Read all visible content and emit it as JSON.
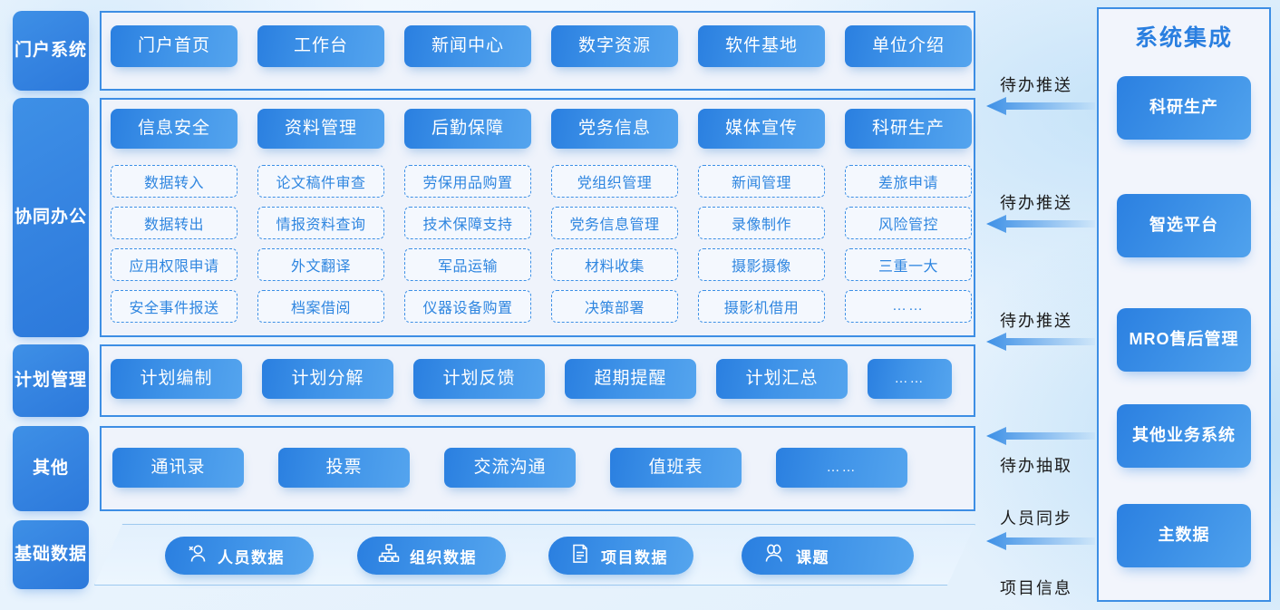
{
  "categories": [
    {
      "label": "门户系统",
      "name": "portal-system"
    },
    {
      "label": "协同办公",
      "name": "collaborative-office"
    },
    {
      "label": "计划管理",
      "name": "plan-management"
    },
    {
      "label": "其他",
      "name": "other"
    },
    {
      "label": "基础数据",
      "name": "basic-data"
    }
  ],
  "portal_row": [
    "门户首页",
    "工作台",
    "新闻中心",
    "数字资源",
    "软件基地",
    "单位介绍"
  ],
  "office_row": [
    "信息安全",
    "资料管理",
    "后勤保障",
    "党务信息",
    "媒体宣传",
    "科研生产"
  ],
  "office_sub": [
    [
      "数据转入",
      "论文稿件审查",
      "劳保用品购置",
      "党组织管理",
      "新闻管理",
      "差旅申请"
    ],
    [
      "数据转出",
      "情报资料查询",
      "技术保障支持",
      "党务信息管理",
      "录像制作",
      "风险管控"
    ],
    [
      "应用权限申请",
      "外文翻译",
      "军品运输",
      "材料收集",
      "摄影摄像",
      "三重一大"
    ],
    [
      "安全事件报送",
      "档案借阅",
      "仪器设备购置",
      "决策部署",
      "摄影机借用",
      "……"
    ]
  ],
  "plan_row": [
    "计划编制",
    "计划分解",
    "计划反馈",
    "超期提醒",
    "计划汇总",
    "……"
  ],
  "other_row": [
    "通讯录",
    "投票",
    "交流沟通",
    "值班表",
    "……"
  ],
  "base_row": [
    {
      "label": "人员数据",
      "icon": "person-icon"
    },
    {
      "label": "组织数据",
      "icon": "org-tree-icon"
    },
    {
      "label": "项目数据",
      "icon": "document-icon"
    },
    {
      "label": "课题",
      "icon": "group-icon"
    }
  ],
  "arrows": [
    {
      "label": "待办推送",
      "name": "arrow-todo-push-1"
    },
    {
      "label": "待办推送",
      "name": "arrow-todo-push-2"
    },
    {
      "label": "待办推送",
      "name": "arrow-todo-push-3"
    },
    {
      "label": "待办抽取",
      "name": "arrow-todo-extract"
    },
    {
      "label": "人员同步",
      "name": "arrow-person-sync"
    },
    {
      "label": "项目信息",
      "name": "arrow-project-info"
    }
  ],
  "system_panel": {
    "title": "系统集成",
    "items": [
      "科研生产",
      "智选平台",
      "MRO售后管理",
      "其他业务系统",
      "主数据"
    ]
  },
  "colors": {
    "accent": "#2a7fe0",
    "panel_border": "#3d8ee4",
    "panel_bg": "#eff3fb",
    "dashed_text": "#2f86e0",
    "page_bg": "#eaf4fd"
  }
}
